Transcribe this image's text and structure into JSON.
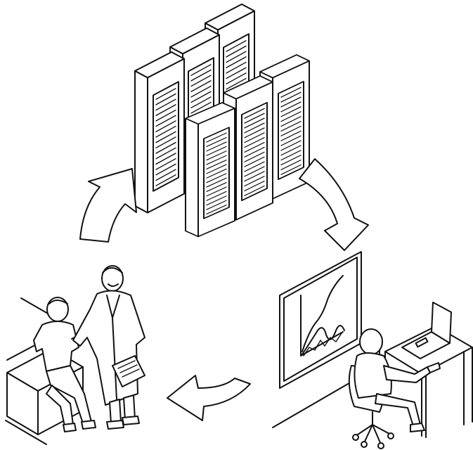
{
  "diagram": {
    "style": "black line-art isometric illustration",
    "cycle": [
      "data-center-servers",
      "data-analyst-at-workstation",
      "doctor-and-patient"
    ],
    "arrow_direction": "clockwise",
    "colors": {
      "stroke": "#111111",
      "background": "#ffffff"
    }
  }
}
